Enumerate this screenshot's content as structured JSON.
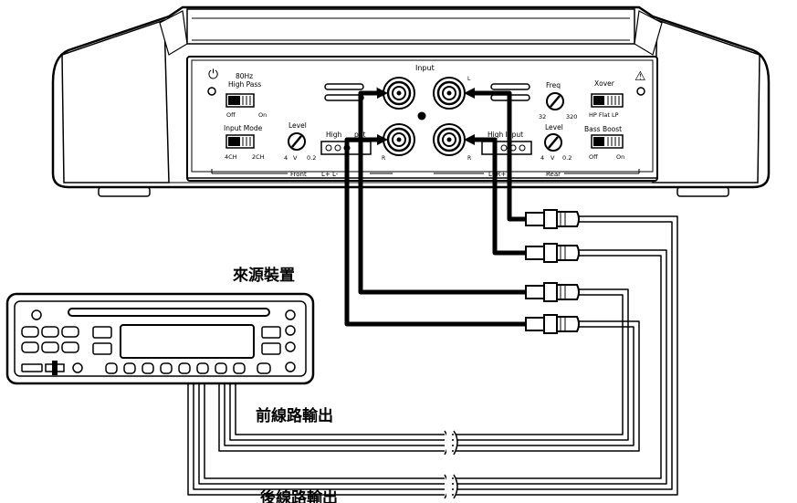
{
  "labels": {
    "input": "Input",
    "power": "⏻",
    "warning": "⚠",
    "hp80": "80Hz",
    "highpass": "High Pass",
    "off1": "Off",
    "on1": "On",
    "inputmode": "Input Mode",
    "ch4": "4CH",
    "ch2": "2CH",
    "level1": "Level",
    "v4a": "4",
    "va": "V",
    "v02a": "0.2",
    "highin": "High",
    "highin2": "put",
    "front": "Front",
    "frontLR": "L+ L-",
    "freq": "Freq",
    "f32": "32",
    "f320": "320",
    "level2": "Level",
    "v4b": "4",
    "vb": "V",
    "v02b": "0.2",
    "xover": "Xover",
    "hpflatlp": "HP Flat LP",
    "bassboost": "Bass Boost",
    "off2": "Off",
    "on2": "On",
    "highin3": "High Input",
    "rear": "Rear",
    "rearLR": "L- R+",
    "jackL1": "L",
    "jackL2": "L",
    "jackR1": "R",
    "jackR2": "R",
    "source": "來源裝置",
    "frontLine": "前線路輸出",
    "rearLine": "後線路輸出"
  }
}
